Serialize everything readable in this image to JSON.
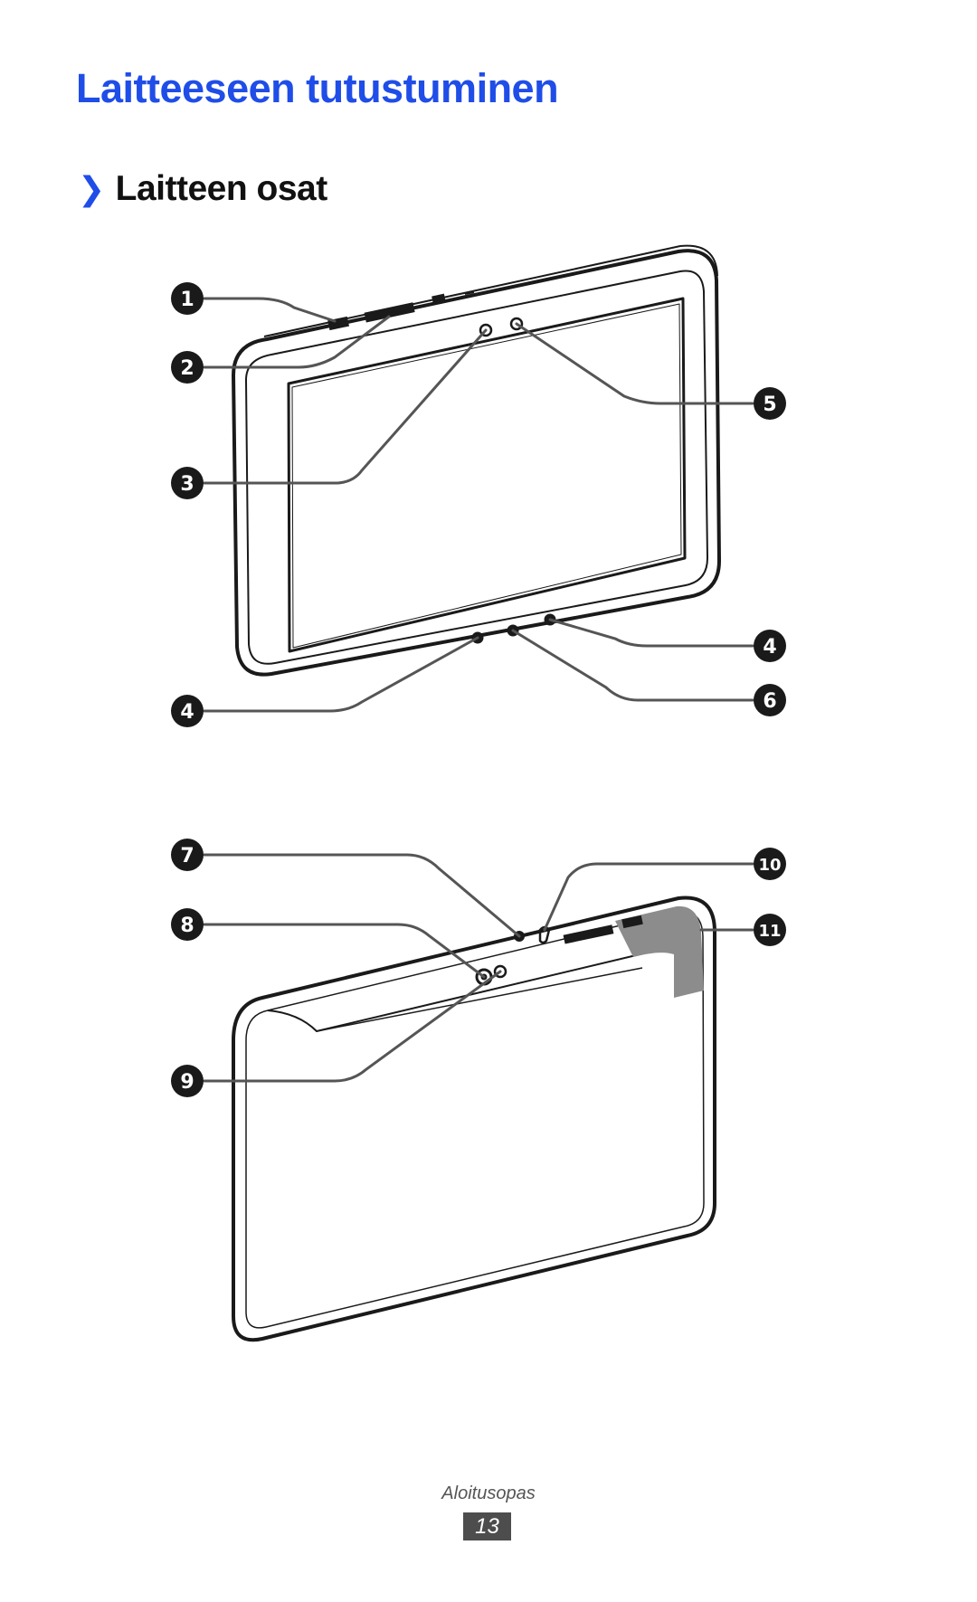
{
  "page": {
    "title": "Laitteeseen tutustuminen",
    "section_chevron": "❯",
    "section_title": "Laitteen osat"
  },
  "callouts": {
    "c1": "1",
    "c2": "2",
    "c3": "3",
    "c4a": "4",
    "c5": "5",
    "c4b": "4",
    "c6": "6",
    "c7": "7",
    "c8": "8",
    "c9": "9",
    "c10": "10",
    "c11": "11"
  },
  "footer": {
    "label": "Aloitusopas",
    "page_number": "13"
  },
  "colors": {
    "heading": "#1f4de8",
    "callout": "#1a1a1a",
    "leader": "#555555"
  }
}
